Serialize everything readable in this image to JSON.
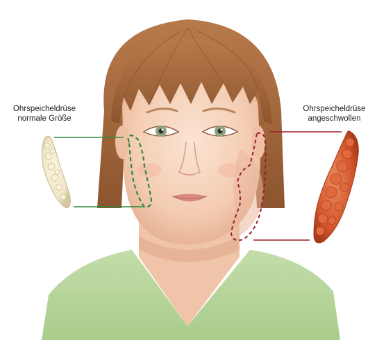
{
  "labels": {
    "left": {
      "line1": "Ohrspeicheldrüse",
      "line2": "normale Größe"
    },
    "right": {
      "line1": "Ohrspeicheldrüse",
      "line2": "angeschwollen"
    }
  },
  "colors": {
    "normal_gland": "#efe6c6",
    "swollen_gland": "#d2562c",
    "normal_marker": "#2f8a3e",
    "swollen_marker": "#9b1f2b",
    "hair": "#a86a3e",
    "skin": "#f4cdb3",
    "shirt": "#b7d59b"
  },
  "icons": {
    "normal_gland": "normal-parotid-gland-illustration",
    "swollen_gland": "swollen-parotid-gland-illustration"
  }
}
